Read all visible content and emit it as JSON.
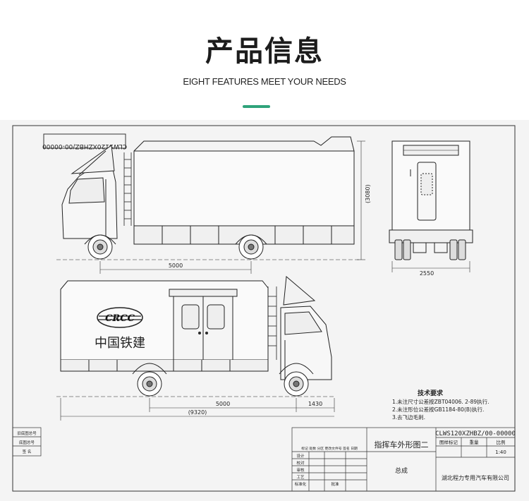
{
  "header": {
    "title": "产品信息",
    "subtitle": "EIGHT FEATURES MEET YOUR NEEDS",
    "accent_color": "#2fa37a"
  },
  "drawing": {
    "mirrored_code": "CLWS120XZHBZ/00-00000",
    "side_view": {
      "wheelbase_label": "5000",
      "height_label": "(3080)"
    },
    "rear_view": {
      "width_label": "2550"
    },
    "lower_view": {
      "logo_text": "CRCC",
      "company_text": "中国铁建",
      "wheelbase_label": "5000",
      "rear_overhang_label": "1430",
      "overall_length_label": "(9320)"
    },
    "tech_requirements": {
      "title": "技术要求",
      "items": [
        "1.未注尺寸公差按ZBT04006. 2-89执行.",
        "2.未注形位公差按GB1184-80(B)执行.",
        "3.去飞边毛刺."
      ]
    },
    "left_labels": [
      "旧底图总号",
      "底图总号",
      "签  名"
    ],
    "title_block": {
      "drawing_name": "指挥车外形图二",
      "drawing_code": "CLWS120XZHBZ/00-00000",
      "assembly": "总成",
      "header_cells": [
        "图样标记",
        "重量",
        "比例"
      ],
      "scale": "1:40",
      "row_labels": [
        "设计",
        "校对",
        "审核",
        "工艺",
        "标准化",
        "批准"
      ],
      "row_header": "标记 处数 分区 更改文件号 签名 日期",
      "company": "湖北程力专用汽车有限公司"
    }
  }
}
